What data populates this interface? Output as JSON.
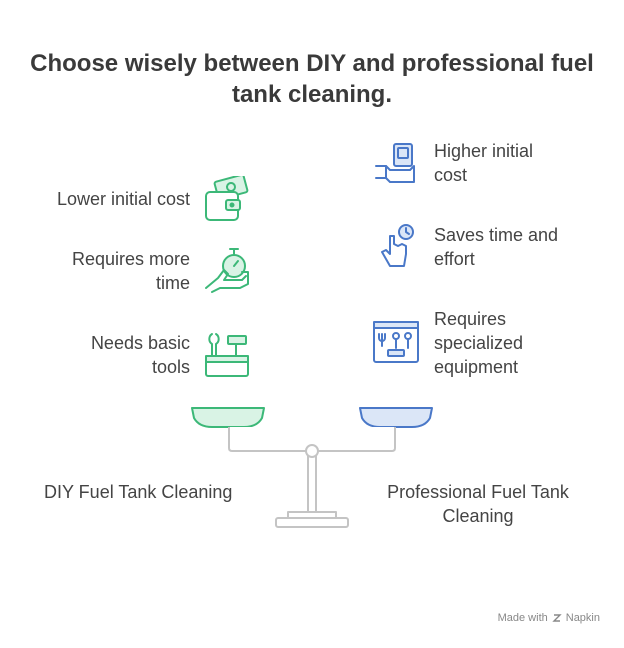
{
  "title": "Choose wisely between DIY and professional fuel tank cleaning.",
  "left": {
    "label": "DIY Fuel Tank Cleaning",
    "color": "#3cb878",
    "items": [
      {
        "text": "Lower initial cost",
        "icon": "wallet-money-icon"
      },
      {
        "text": "Requires more time",
        "icon": "hand-stopwatch-icon"
      },
      {
        "text": "Needs basic tools",
        "icon": "toolbox-icon"
      }
    ]
  },
  "right": {
    "label": "Professional Fuel Tank Cleaning",
    "color": "#4a78c8",
    "items": [
      {
        "text": "Higher initial cost",
        "icon": "hand-cash-icon"
      },
      {
        "text": "Saves time and effort",
        "icon": "hand-clock-icon"
      },
      {
        "text": "Requires specialized equipment",
        "icon": "equipment-case-icon"
      }
    ]
  },
  "footer": {
    "text": "Made with",
    "brand": "Napkin"
  }
}
